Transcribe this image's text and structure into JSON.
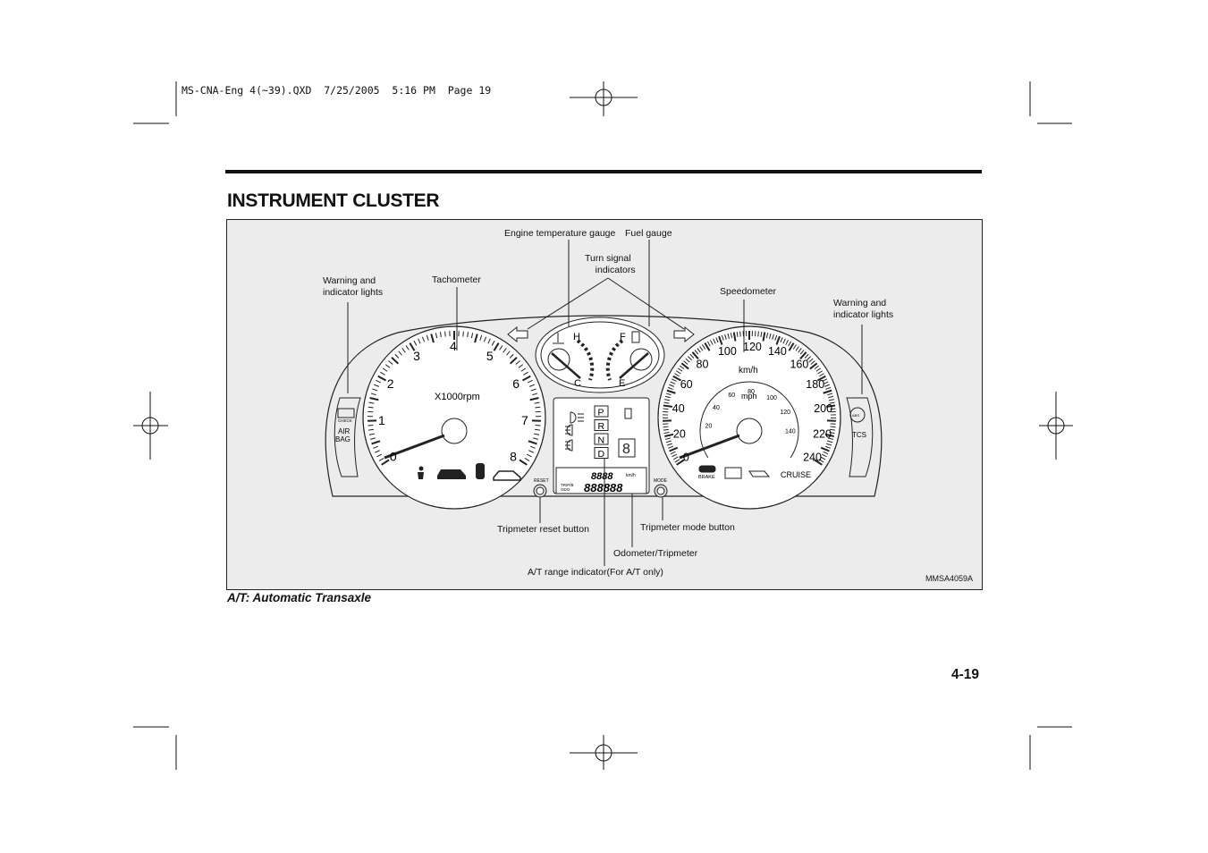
{
  "header": {
    "slug": "MS-CNA-Eng 4(~39).QXD  7/25/2005  5:16 PM  Page 19"
  },
  "page": {
    "title": "INSTRUMENT CLUSTER",
    "caption": "A/T: Automatic Transaxle",
    "page_number": "4-19"
  },
  "figure": {
    "code": "MMSA4059A",
    "callouts": {
      "engine_temp": "Engine temperature gauge",
      "fuel": "Fuel gauge",
      "turn_signal": "Turn signal\n    indicators",
      "warning_left": "Warning and\nindicator lights",
      "tachometer": "Tachometer",
      "speedometer": "Speedometer",
      "warning_right": "Warning and\nindicator lights",
      "trip_reset": "Tripmeter reset button",
      "trip_mode": "Tripmeter mode button",
      "odometer": "Odometer/Tripmeter",
      "at_range": "A/T range indicator(For A/T only)"
    },
    "cluster": {
      "tach_numbers": [
        "0",
        "1",
        "2",
        "3",
        "4",
        "5",
        "6",
        "7",
        "8"
      ],
      "tach_unit": "X1000rpm",
      "temp_hot": "H",
      "temp_cold": "C",
      "fuel_full": "F",
      "fuel_empty": "E",
      "gears": [
        "P",
        "R",
        "N",
        "D"
      ],
      "kmh_numbers": [
        "0",
        "20",
        "40",
        "60",
        "80",
        "100",
        "120",
        "140",
        "160",
        "180",
        "200",
        "220",
        "240"
      ],
      "kmh_unit": "km/h",
      "mph_numbers": [
        "20",
        "40",
        "60",
        "80",
        "100",
        "120",
        "140"
      ],
      "mph_unit": "mph",
      "left_check": "CHECK",
      "left_airbag_1": "AIR",
      "left_airbag_2": "BAG",
      "right_tcs": "TCS",
      "right_abs": "ABS",
      "brake": "BRAKE",
      "cruise": "CRUISE",
      "reset": "RESET",
      "mode": "MODE",
      "trip_odo_1": "TRIP/B",
      "trip_odo_2": "ODO",
      "lcd_unit": "km/h",
      "lcd_small": "8888",
      "lcd_big": "888888"
    }
  }
}
